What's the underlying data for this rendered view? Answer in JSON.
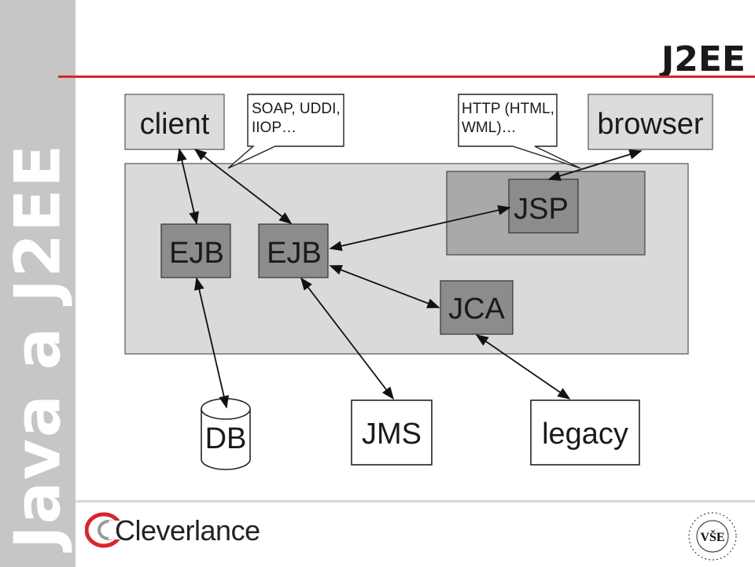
{
  "slide": {
    "side_title": "Java a J2EE",
    "title": "J2EE"
  },
  "diagram": {
    "nodes": {
      "client": "client",
      "browser": "browser",
      "ejb_left": "EJB",
      "ejb_right": "EJB",
      "jsp": "JSP",
      "jca": "JCA",
      "db": "DB",
      "jms": "JMS",
      "legacy": "legacy"
    },
    "callouts": {
      "soap_line1": "SOAP, UDDI,",
      "soap_line2": "IIOP…",
      "http_line1": "HTTP (HTML,",
      "http_line2": "WML)…"
    }
  },
  "footer": {
    "logo_text": "Cleverlance",
    "seal_center": "VŠE",
    "colors": {
      "accent": "#d7262b",
      "logo_red": "#d7262b"
    }
  }
}
